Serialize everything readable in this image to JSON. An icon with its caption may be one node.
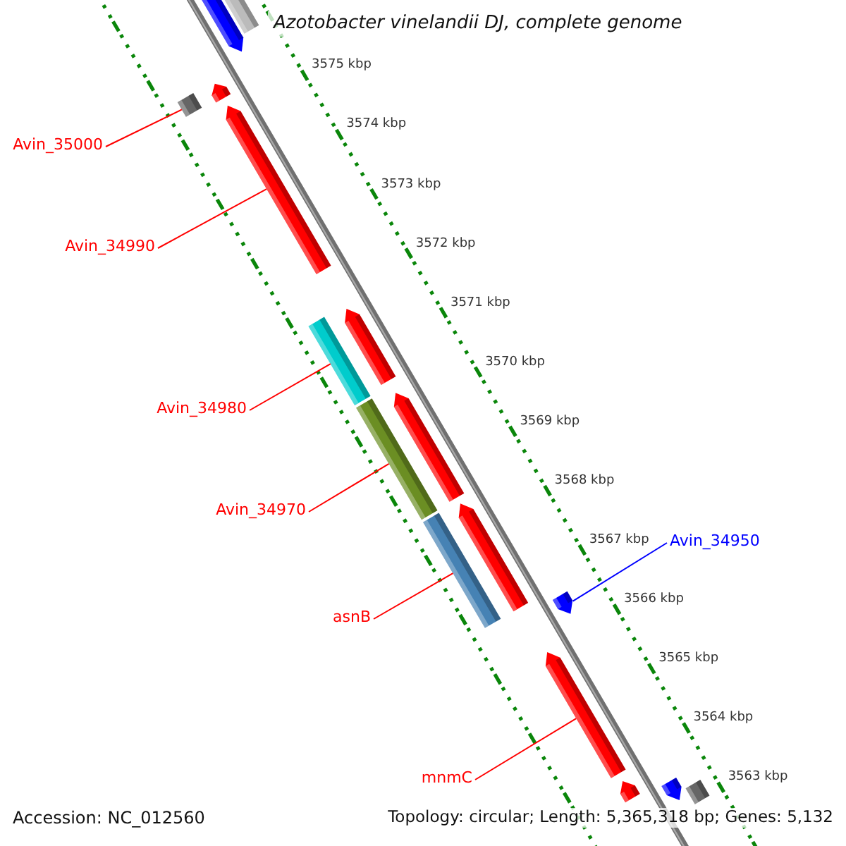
{
  "diagram": {
    "title": "Azotobacter vinelandii DJ, complete genome",
    "nodes": [
      {
        "text": [],
        "shape": "arrow"
      },
      {
        "text": [],
        "shape": "bar"
      },
      {
        "text": [],
        "shape": "arrow"
      },
      {
        "text": [],
        "shape": "bar"
      },
      {
        "text": [
          "Avin_35000"
        ]
      },
      {
        "text": [],
        "shape": "arrow"
      },
      {
        "text": [
          "Avin_34990"
        ]
      },
      {
        "text": [],
        "shape": "arrow"
      },
      {
        "text": [],
        "shape": "bar"
      },
      {
        "text": [
          "Avin_34980"
        ]
      },
      {
        "text": [],
        "shape": "arrow"
      },
      {
        "text": [],
        "shape": "bar"
      },
      {
        "text": [
          "Avin_34970"
        ]
      },
      {
        "text": [
          "Avin_34950"
        ]
      },
      {
        "text": [],
        "shape": "arrow"
      },
      {
        "text": [],
        "shape": "bar"
      },
      {
        "text": [],
        "shape": "arrow"
      },
      {
        "text": [
          "asnB"
        ]
      },
      {
        "text": [],
        "shape": "arrow"
      },
      {
        "text": [
          "mnmC"
        ]
      },
      {
        "text": [],
        "shape": "arrow"
      },
      {
        "text": [],
        "shape": "bar"
      },
      {
        "text": [],
        "shape": "arrow"
      }
    ],
    "edges": [
      {
        "from": 4,
        "to": 3,
        "arrow": "none"
      },
      {
        "from": 6,
        "to": 5,
        "arrow": "none"
      },
      {
        "from": 9,
        "to": 8,
        "arrow": "none"
      },
      {
        "from": 12,
        "to": 11,
        "arrow": "none"
      },
      {
        "from": 13,
        "to": 16,
        "arrow": "none",
        "color": "#0000ff"
      },
      {
        "from": 17,
        "to": 15,
        "arrow": "none"
      },
      {
        "from": 19,
        "to": 18,
        "arrow": "none"
      }
    ],
    "labels": [
      "3575 kbp",
      "3574 kbp",
      "3573 kbp",
      "3572 kbp",
      "3571 kbp",
      "3570 kbp",
      "3569 kbp",
      "3568 kbp",
      "3567 kbp",
      "3566 kbp",
      "3565 kbp",
      "3564 kbp",
      "3563 kbp",
      "Accession: NC_012560",
      "Topology: circular; Length: 5,365,318 bp; Genes: 5,132"
    ]
  }
}
